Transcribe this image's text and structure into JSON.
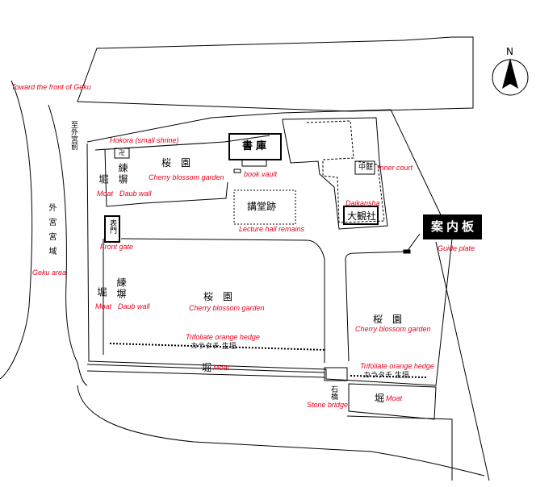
{
  "north_arrow": {
    "letter": "N"
  },
  "labels": {
    "toward_geku_en": "Toward the front of Geku",
    "toward_geku_jp": "至外宮前",
    "geku_area_jp": "外宮宮域",
    "geku_area_en": "Geku area",
    "hokora_en": "Hokora (small shrine)",
    "hokora_mark": "卍",
    "sakura_top_jp": "桜　園",
    "sakura_top_en": "Cherry blossom garden",
    "shoko_jp": "書庫",
    "book_vault_en": "book vault",
    "moat_left_top_jp": "堀",
    "moat_left_top_en": "Moat",
    "wall_left_top_jp": "練塀",
    "wall_left_top_en": "Daub wall",
    "kodo_jp": "講堂跡",
    "lecture_hall_en": "Lecture hall remains",
    "nakaniwa_jp": "中庭",
    "inner_court_en": "Inner court",
    "daikansha_en": "Daikansha",
    "daikansha_jp": "大観社",
    "guide_board_jp": "案内板",
    "guide_plate_en": "Guide plate",
    "omote_mon_jp": "表門",
    "front_gate_en": "Front gate",
    "moat_left_bottom_jp": "堀",
    "moat_left_bottom_en": "Moat",
    "wall_left_bottom_jp": "練塀",
    "wall_left_bottom_en": "Daub wall",
    "sakura_mid_jp": "桜　園",
    "sakura_mid_en": "Cherry blossom garden",
    "sakura_right_jp": "桜　園",
    "sakura_right_en": "Cherry blossom garden",
    "hedge_mid_en": "Trifoliate orange hedge",
    "hedge_mid_jp": "カラタチ 生垣",
    "hedge_right_en": "Trifoliate orange hedge",
    "hedge_right_jp": "カラタチ 生垣",
    "moat_bottom_jp": "堀",
    "moat_bottom_en": "Moat",
    "moat_bottom_right_jp": "堀",
    "moat_bottom_right_en": "Moat",
    "stone_bridge_jp": "石橋",
    "stone_bridge_en": "Stone bridge"
  },
  "colors": {
    "english_labels": "#e8001c",
    "lines": "#000000",
    "guide_board_bg": "#000000"
  }
}
